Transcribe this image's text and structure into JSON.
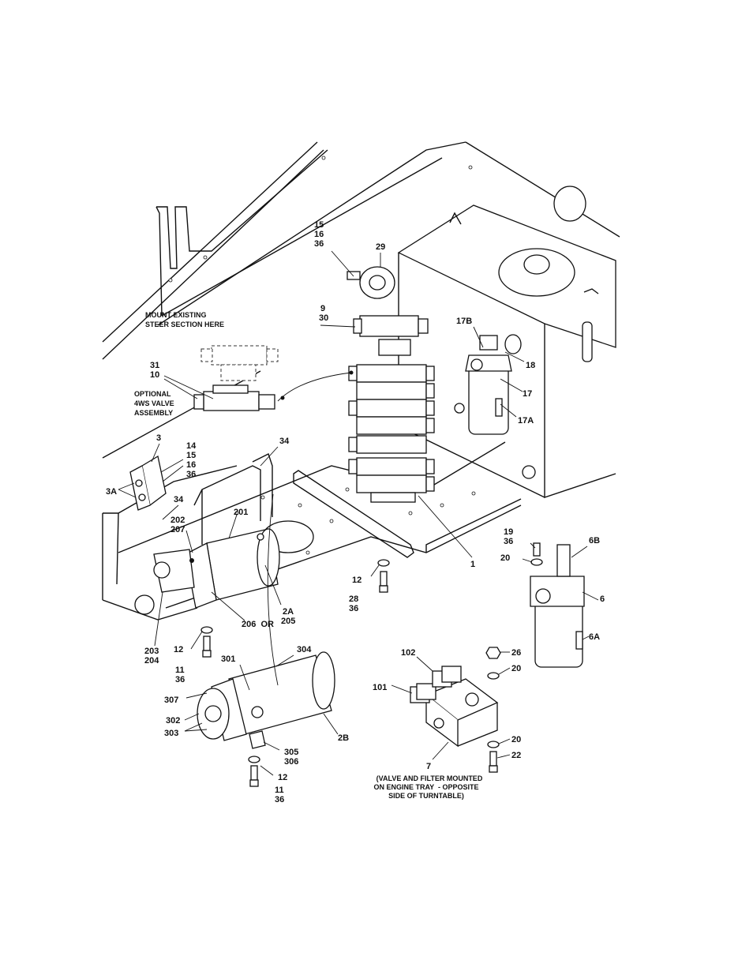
{
  "callouts": {
    "c15_16_36_top": [
      "15",
      "16",
      "36"
    ],
    "c29": "29",
    "c9_30": [
      "9",
      "30"
    ],
    "c17b": "17B",
    "c18": "18",
    "c17": "17",
    "c17a": "17A",
    "c31_10": [
      "31",
      "10"
    ],
    "c3": "3",
    "c14_15_16_36": [
      "14",
      "15",
      "16",
      "36"
    ],
    "c3a": "3A",
    "c34_a": "34",
    "c34_b": "34",
    "c202_207": [
      "202",
      "207"
    ],
    "c201": "201",
    "c1": "1",
    "c19_36": [
      "19",
      "36"
    ],
    "c6b": "6B",
    "c20_a": "20",
    "c6": "6",
    "c6a": "6A",
    "c12_a": "12",
    "c28_36": [
      "28",
      "36"
    ],
    "c2a_205": [
      "2A",
      "205"
    ],
    "c206_or": "206  OR",
    "c203_204": [
      "203",
      "204"
    ],
    "c12_b": "12",
    "c11_36_a": [
      "11",
      "36"
    ],
    "c304": "304",
    "c301": "301",
    "c307": "307",
    "c302": "302",
    "c303": "303",
    "c305_306": [
      "305",
      "306"
    ],
    "c2b": "2B",
    "c12_c": "12",
    "c11_36_b": [
      "11",
      "36"
    ],
    "c102": "102",
    "c101": "101",
    "c26": "26",
    "c20_b": "20",
    "c20_c": "20",
    "c22": "22",
    "c7": "7"
  },
  "notes": {
    "mount_existing": [
      "MOUNT EXISTING",
      "STEER SECTION HERE"
    ],
    "optional_4ws": [
      "OPTIONAL",
      "4WS VALVE",
      "ASSEMBLY"
    ],
    "valve_filter": [
      "(VALVE AND FILTER MOUNTED",
      "ON ENGINE TRAY  - OPPOSITE",
      "SIDE OF TURNTABLE)"
    ]
  }
}
